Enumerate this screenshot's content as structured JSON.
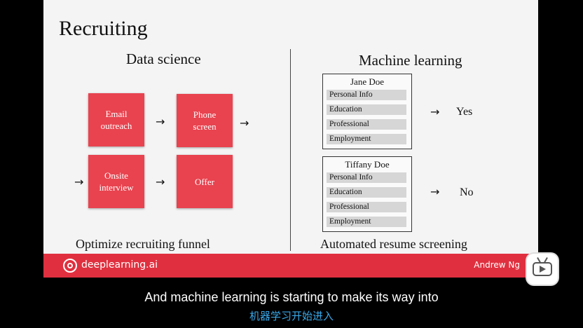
{
  "slide": {
    "title": "Recruiting",
    "left_heading": "Data science",
    "right_heading": "Machine learning",
    "funnel": [
      "Email outreach",
      "Phone screen",
      "Onsite interview",
      "Offer"
    ],
    "arrow_glyph": "→",
    "left_caption": "Optimize recruiting funnel",
    "right_caption": "Automated resume screening",
    "resumes": [
      {
        "name": "Jane Doe",
        "fields": [
          "Personal Info",
          "Education",
          "Professional",
          "Employment"
        ],
        "result": "Yes"
      },
      {
        "name": "Tiffany Doe",
        "fields": [
          "Personal Info",
          "Education",
          "Professional",
          "Employment"
        ],
        "result": "No"
      }
    ]
  },
  "footer": {
    "brand": "deeplearning.ai",
    "author": "Andrew Ng",
    "bar_color": "#e0303f"
  },
  "player": {
    "icon": "bilibili-tv-icon"
  },
  "subtitles": {
    "english": "And machine learning is starting to make its way into",
    "chinese": "机器学习开始进入"
  }
}
